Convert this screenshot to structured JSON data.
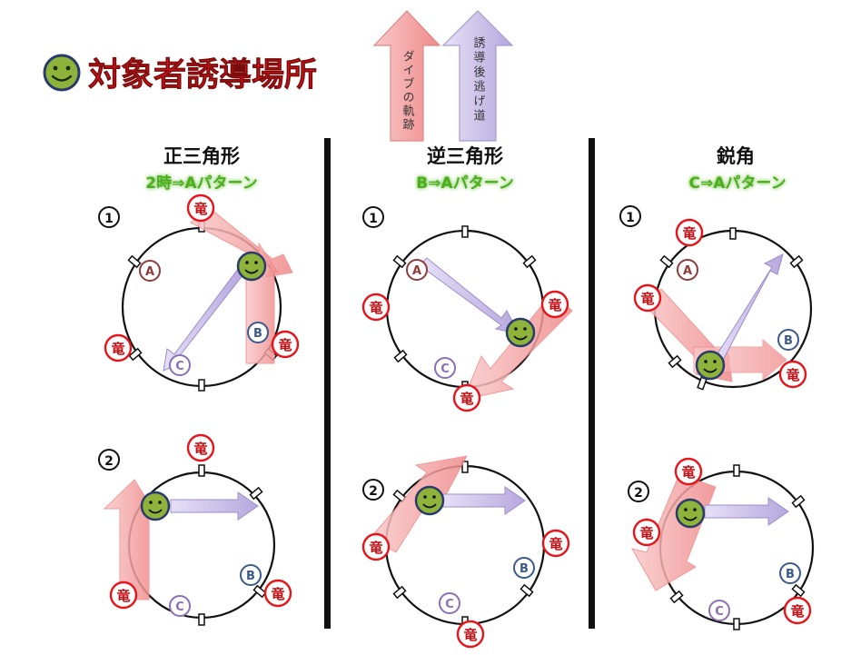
{
  "title": "対象者誘導場所",
  "arrows": {
    "dive": "ダイブの軌跡",
    "escape": "誘導後逃げ道"
  },
  "labels": {
    "dragon": "竜",
    "a": "A",
    "b": "B",
    "c": "C",
    "step1": "1",
    "step2": "2"
  },
  "columns": [
    {
      "heading": "正三角形",
      "sub": "2時⇒Aパターン"
    },
    {
      "heading": "逆三角形",
      "sub": "B⇒Aパターン"
    },
    {
      "heading": "鋭角",
      "sub": "C⇒Aパターン"
    }
  ],
  "colors": {
    "title": "#e8141b",
    "sub": "#4caf1a",
    "dragon_ring": "#e8141b",
    "a_ring": "#8e3b3b",
    "b_ring": "#3a5a8c",
    "c_ring": "#8a6fb5",
    "smiley": "#8db33a",
    "red_arrow": "#f4a6a6",
    "purple_arrow": "#c9bfe6"
  }
}
